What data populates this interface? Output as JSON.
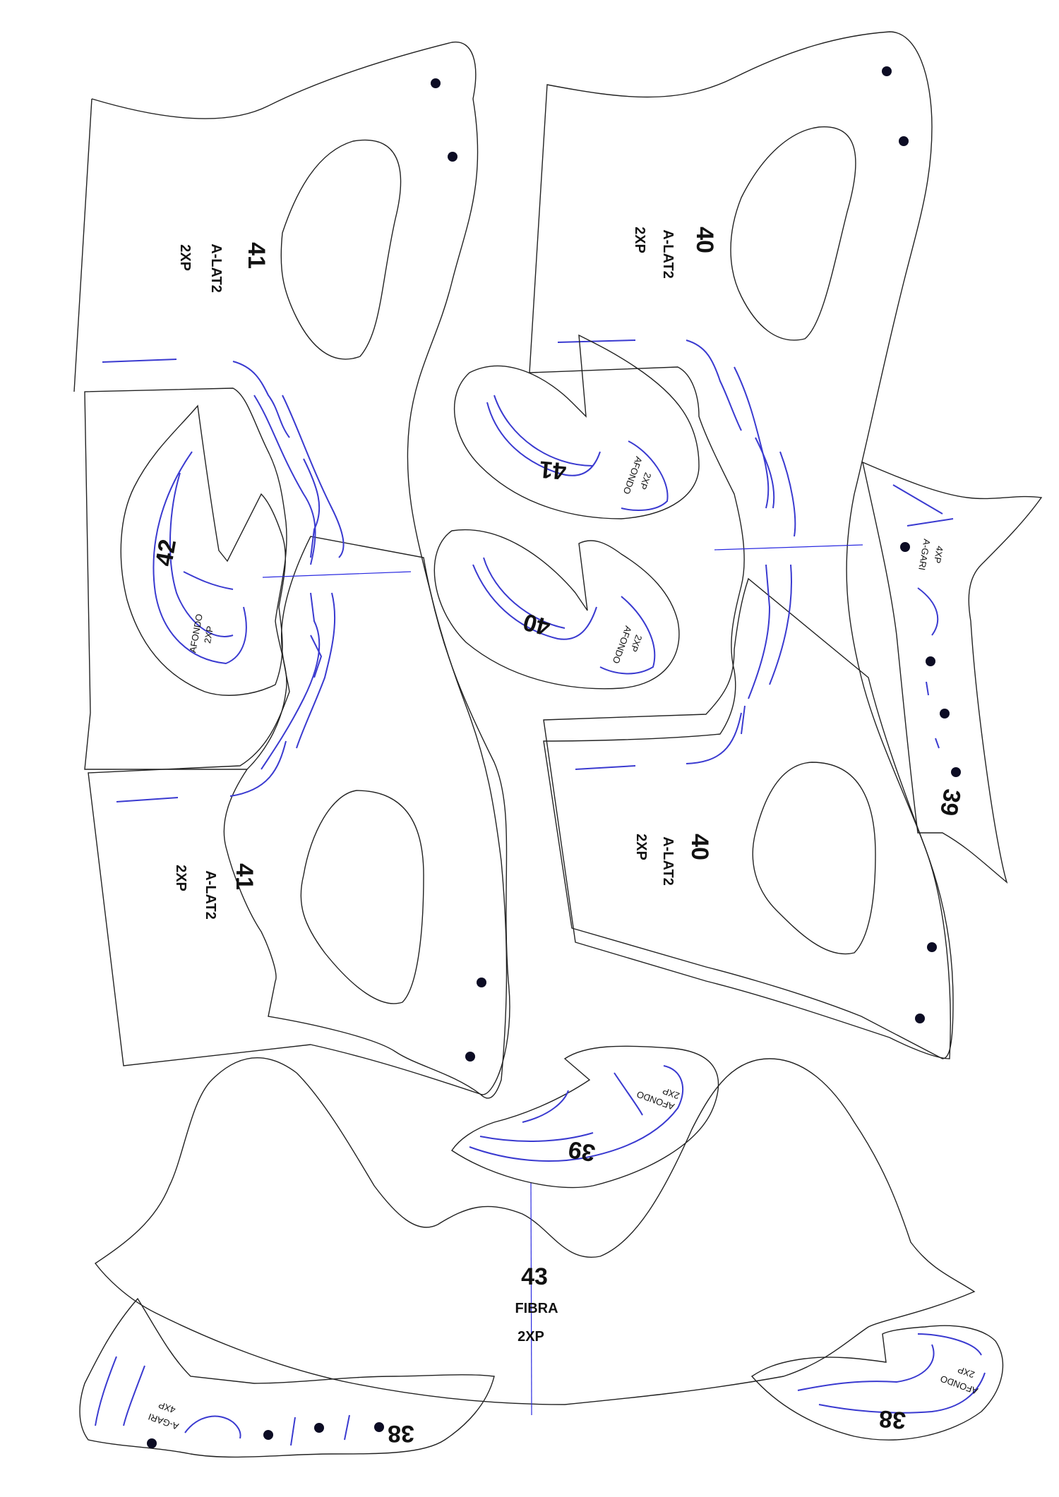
{
  "sheet": {
    "background": "#ffffff",
    "outline_color": "#222222",
    "stitch_color": "#3a3ad0",
    "hole_color": "#0c0c24"
  },
  "pieces": {
    "p41a": {
      "num": "41",
      "name": "A-LAT2",
      "qty": "2XP"
    },
    "p41b": {
      "num": "41",
      "name": "A-LAT2",
      "qty": "2XP"
    },
    "p40a": {
      "num": "40",
      "name": "A-LAT2",
      "qty": "2XP"
    },
    "p40b": {
      "num": "40",
      "name": "A-LAT2",
      "qty": "2XP"
    },
    "p42": {
      "num": "42",
      "name": "AFONDO",
      "qty": "2XP"
    },
    "f41": {
      "num": "41",
      "name": "AFONDO",
      "qty": "2XP"
    },
    "f40": {
      "num": "40",
      "name": "AFONDO",
      "qty": "2XP"
    },
    "f39": {
      "num": "39",
      "name": "AFONDO",
      "qty": "2XP"
    },
    "f38": {
      "num": "38",
      "name": "AFONDO",
      "qty": "2XP"
    },
    "g39": {
      "num": "39",
      "name": "A-GARI",
      "qty": "4XP"
    },
    "g38": {
      "num": "38",
      "name": "A-GARI",
      "qty": "4XP"
    },
    "p43": {
      "num": "43",
      "name": "FIBRA",
      "qty": "2XP"
    }
  }
}
